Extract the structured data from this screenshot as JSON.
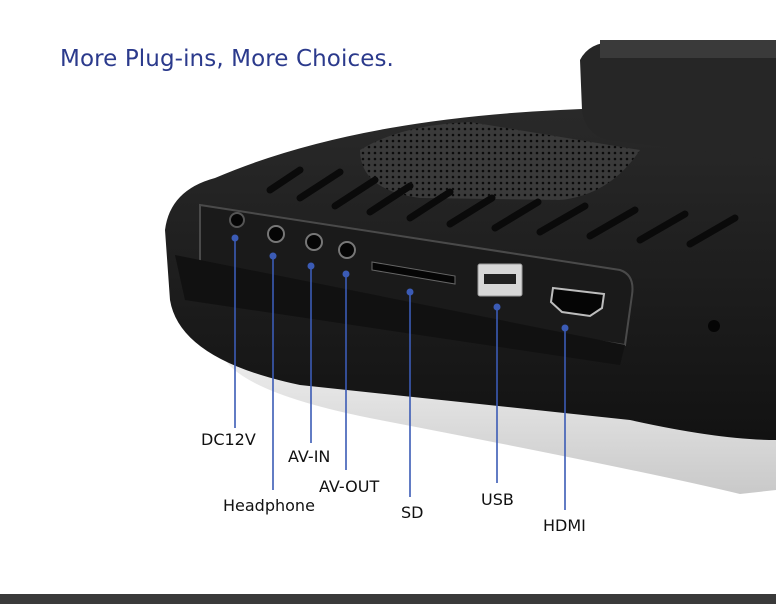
{
  "headline": "More Plug-ins, More Choices.",
  "ports": [
    {
      "label": "DC12V"
    },
    {
      "label": "Headphone"
    },
    {
      "label": "AV-IN"
    },
    {
      "label": "AV-OUT"
    },
    {
      "label": "SD"
    },
    {
      "label": "USB"
    },
    {
      "label": "HDMI"
    }
  ],
  "colors": {
    "headline": "#2b3a8c",
    "device_body": "#1c1c1c",
    "leader_line": "#3b5bb5",
    "bottom_bar": "#3a3a3a"
  }
}
